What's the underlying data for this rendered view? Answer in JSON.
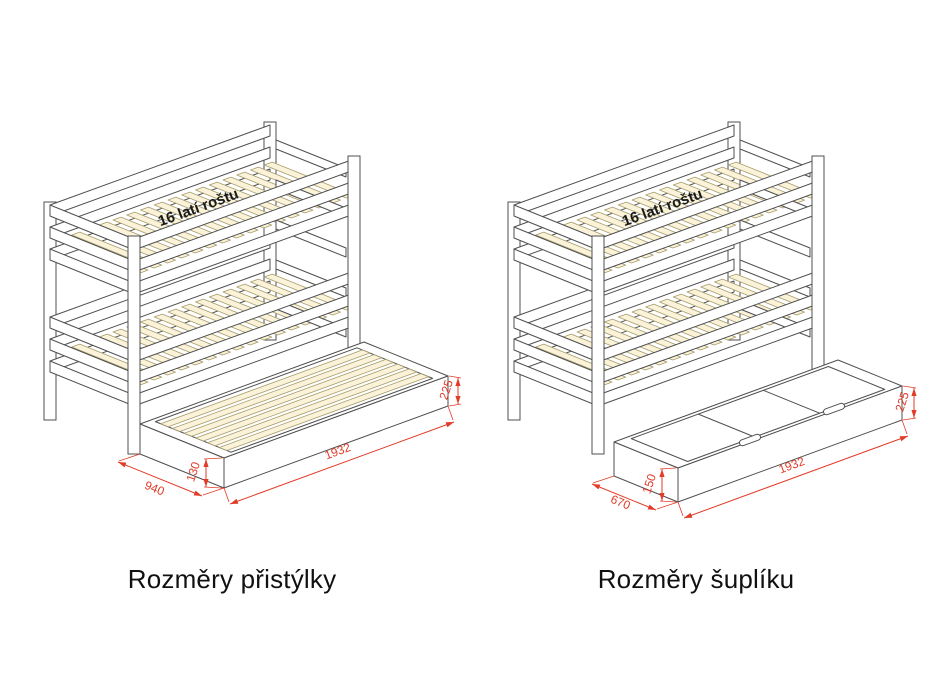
{
  "figures": [
    {
      "caption": "Rozměry přistýlky",
      "slat_label": "16 latí roštu",
      "dims": {
        "length": "1932",
        "width": "940",
        "height": "130",
        "side_height": "225"
      }
    },
    {
      "caption": "Rozměry šuplíku",
      "slat_label": "16 latí roštu",
      "dims": {
        "length": "1932",
        "width": "670",
        "height": "150",
        "side_height": "225"
      }
    }
  ],
  "colors": {
    "outline": "#4f4f4f",
    "slat_fill": "#faf3da",
    "slat_edge": "#a89c6a",
    "dimension": "#e23b28",
    "label_text": "#1a1a1a"
  }
}
